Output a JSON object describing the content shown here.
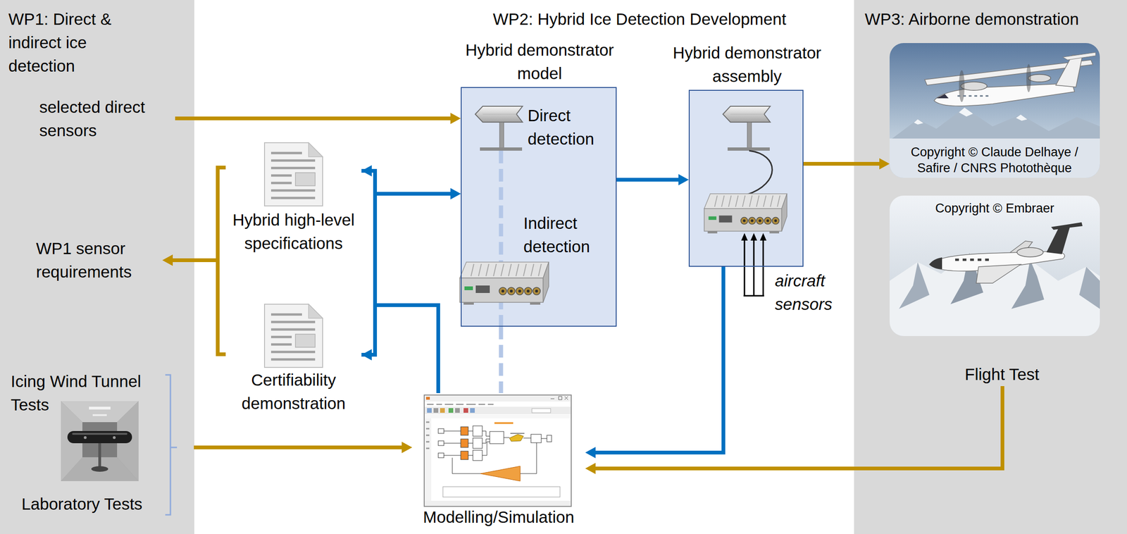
{
  "diagram": {
    "nodes": [
      {
        "text": [
          "WP1: Direct & indirect ice detection"
        ]
      },
      {
        "text": [
          "selected direct sensors"
        ],
        "in": 0
      },
      {
        "text": [
          "WP1 sensor requirements"
        ],
        "in": 0
      },
      {
        "text": [
          "Icing Wind Tunnel Tests"
        ],
        "in": 0
      },
      {
        "text": [
          "Laboratory Tests"
        ],
        "in": 0
      },
      {
        "text": [
          "Hybrid high-level specifications"
        ]
      },
      {
        "text": [
          "Certifiability demonstration"
        ]
      },
      {
        "text": [
          "Hybrid demonstrator model",
          "Direct detection",
          "Indirect detection"
        ]
      },
      {
        "text": [
          "Hybrid demonstrator assembly"
        ]
      },
      {
        "text": [
          "Modelling/Simulation"
        ]
      },
      {
        "text": [
          "WP3: Airborne demonstration"
        ]
      },
      {
        "text": [
          "Copyright © Claude Delhaye / Safire / CNRS Photothèque"
        ],
        "in": 10
      },
      {
        "text": [
          "Copyright © Embraer"
        ],
        "in": 10
      },
      {
        "text": [
          "Flight Test"
        ],
        "in": 10
      }
    ],
    "edges": [
      {
        "from": 1,
        "to": 7,
        "arrow": "to"
      },
      {
        "from": 5,
        "to": 2,
        "arrow": "to"
      },
      {
        "from": 6,
        "to": 2,
        "arrow": "to"
      },
      {
        "from": 5,
        "to": 7,
        "arrow": "to"
      },
      {
        "from": 6,
        "to": 7,
        "arrow": "to"
      },
      {
        "from": 7,
        "to": 8,
        "arrow": "to"
      },
      {
        "from": 8,
        "to": 11,
        "arrow": "to"
      },
      {
        "from": 7,
        "to": 9,
        "arrow": "none"
      },
      {
        "from": 9,
        "to": 5,
        "arrow": "to"
      },
      {
        "from": 9,
        "to": 6,
        "arrow": "to"
      },
      {
        "from": 8,
        "to": 9,
        "arrow": "to"
      },
      {
        "from": 3,
        "to": 9,
        "arrow": "to"
      },
      {
        "from": 4,
        "to": 9,
        "arrow": "to"
      },
      {
        "from": 13,
        "to": 9,
        "arrow": "to"
      }
    ],
    "labels": [
      "WP2: Hybrid Ice Detection Development",
      "aircraft sensors"
    ]
  }
}
